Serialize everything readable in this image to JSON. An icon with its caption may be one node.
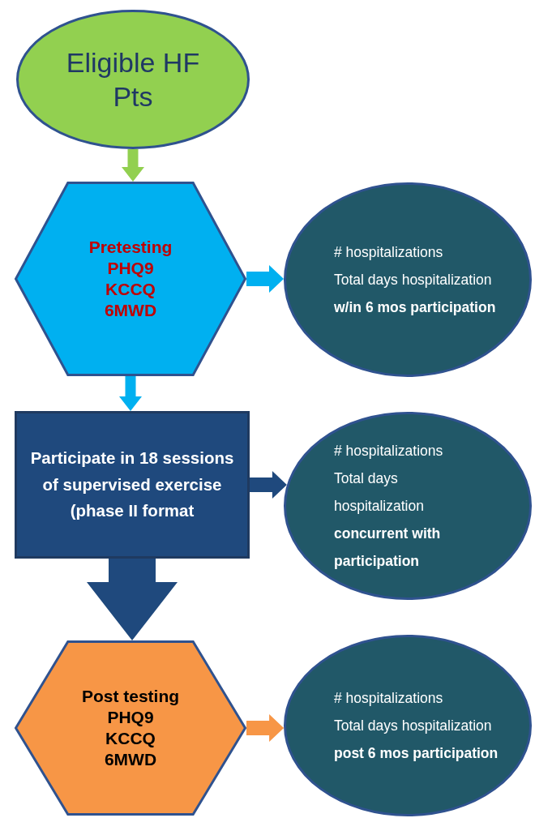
{
  "diagram": {
    "nodes": [
      {
        "text": [
          "Eligible HF Pts"
        ]
      },
      {
        "text": [
          "Pretesting",
          "PHQ9",
          "KCCQ",
          "6MWD"
        ]
      },
      {
        "text": [
          "# hospitalizations",
          "Total days hospitalization **w/in 6 mos participation**"
        ]
      },
      {
        "text": [
          "Participate in 18 sessions of supervised exercise (phase II format"
        ]
      },
      {
        "text": [
          "# hospitalizations",
          "Total days hospitalization **concurrent with participation**"
        ]
      },
      {
        "text": [
          "Post testing",
          "PHQ9",
          "KCCQ",
          "6MWD"
        ]
      },
      {
        "text": [
          "# hospitalizations",
          "Total days hospitalization **post 6 mos participation**"
        ]
      }
    ],
    "edges": [
      {
        "from": 0,
        "to": 1,
        "arrow": "to",
        "color": "#92d050"
      },
      {
        "from": 1,
        "to": 2,
        "arrow": "to",
        "color": "#00b0f0"
      },
      {
        "from": 1,
        "to": 3,
        "arrow": "to",
        "color": "#00b0f0"
      },
      {
        "from": 3,
        "to": 4,
        "arrow": "to",
        "color": "#1f497d"
      },
      {
        "from": 3,
        "to": 5,
        "arrow": "to",
        "style": "thick",
        "color": "#1f497d"
      },
      {
        "from": 5,
        "to": 6,
        "arrow": "to",
        "color": "#f79646"
      }
    ]
  }
}
